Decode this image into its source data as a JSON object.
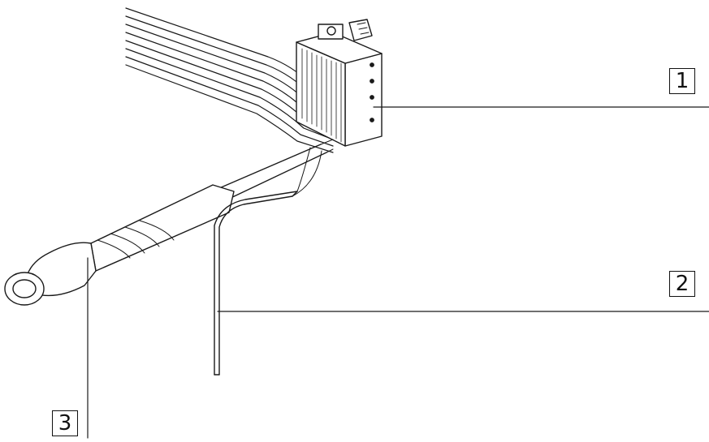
{
  "callouts": [
    {
      "label": "1"
    },
    {
      "label": "2"
    },
    {
      "label": "3"
    }
  ],
  "colors": {
    "stroke": "#1a1a1a",
    "background": "#ffffff"
  }
}
